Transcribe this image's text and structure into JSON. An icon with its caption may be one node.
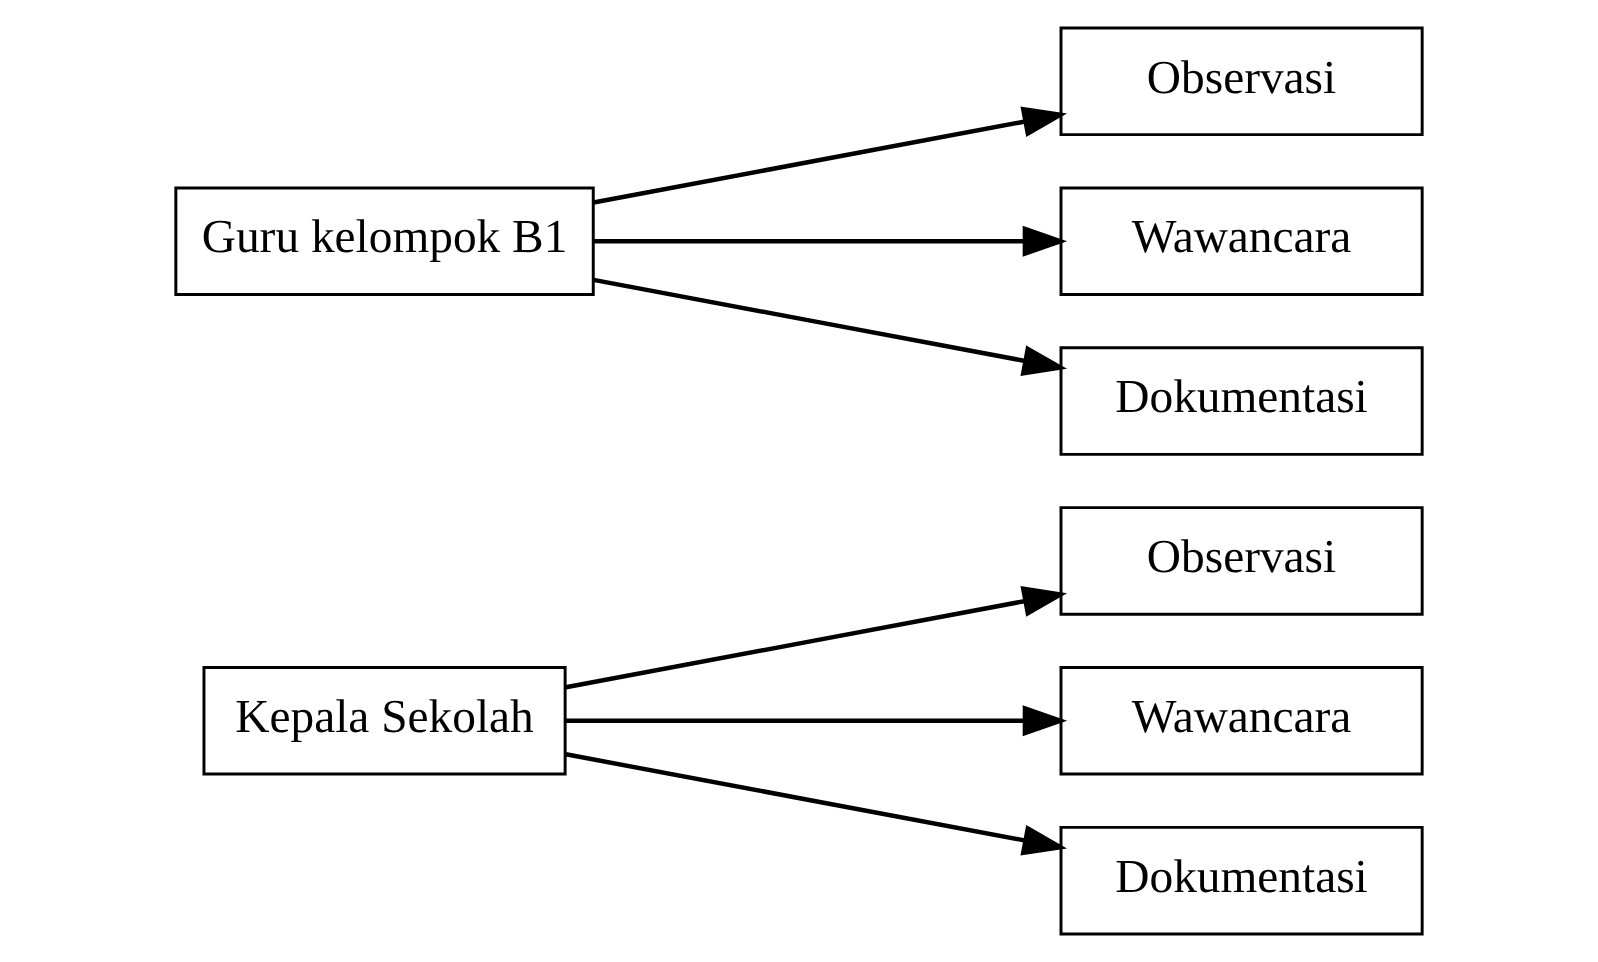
{
  "diagram": {
    "nodes": [
      {
        "text": [
          "Kepala Sekolah"
        ]
      },
      {
        "text": [
          "Observasi"
        ]
      },
      {
        "text": [
          "Wawancara"
        ]
      },
      {
        "text": [
          "Dokumentasi"
        ]
      },
      {
        "text": [
          "Guru kelompok B1"
        ]
      },
      {
        "text": [
          "Observasi"
        ]
      },
      {
        "text": [
          "Wawancara"
        ]
      },
      {
        "text": [
          "Dokumentasi"
        ]
      }
    ],
    "edges": [
      {
        "from": 0,
        "to": 1,
        "arrow": "to"
      },
      {
        "from": 0,
        "to": 2,
        "arrow": "to"
      },
      {
        "from": 0,
        "to": 3,
        "arrow": "to"
      },
      {
        "from": 4,
        "to": 5,
        "arrow": "to"
      },
      {
        "from": 4,
        "to": 6,
        "arrow": "to"
      },
      {
        "from": 4,
        "to": 7,
        "arrow": "to"
      }
    ]
  }
}
